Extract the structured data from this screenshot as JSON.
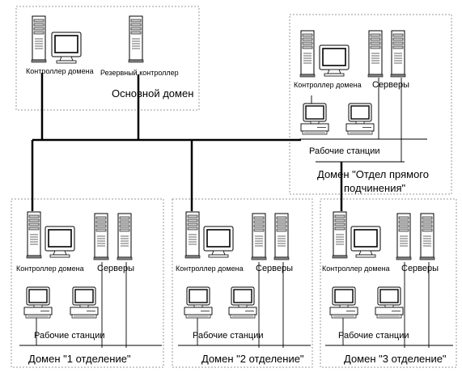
{
  "domains": {
    "main": {
      "title": "Основной домен",
      "dc_label": "Контроллер домена",
      "backup_label": "Резервный контроллер"
    },
    "direct": {
      "title_line1": "Домен \"Отдел прямого",
      "title_line2": "подчинения\"",
      "dc_label": "Контроллер домена",
      "servers_label": "Серверы",
      "ws_label": "Рабочие станции"
    },
    "branch1": {
      "title": "Домен \"1 отделение\"",
      "dc_label": "Контроллер домена",
      "servers_label": "Серверы",
      "ws_label": "Рабочие станции"
    },
    "branch2": {
      "title": "Домен \"2 отделение\"",
      "dc_label": "Контроллер домена",
      "servers_label": "Серверы",
      "ws_label": "Рабочие станции"
    },
    "branch3": {
      "title": "Домен \"3 отделение\"",
      "dc_label": "Контроллер домена",
      "servers_label": "Серверы",
      "ws_label": "Рабочие станции"
    }
  },
  "icons": {
    "tower": "server-tower-icon",
    "monitor": "monitor-icon",
    "workstation": "workstation-icon"
  }
}
